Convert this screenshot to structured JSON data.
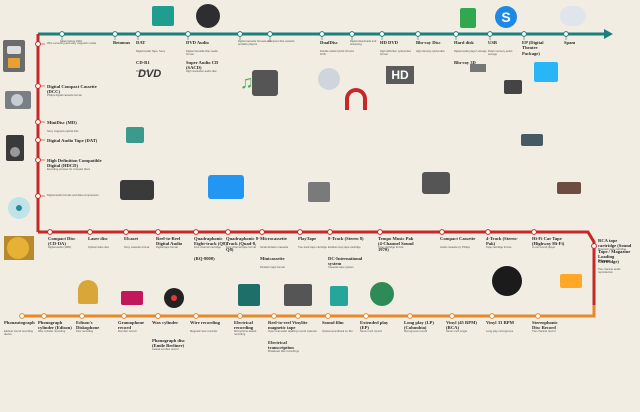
{
  "colors": {
    "background": "#f1ede3",
    "timeline_top": "#1a7f7e",
    "timeline_left": "#c62828",
    "timeline_bottom": "#e6892b",
    "node": "#ffffff"
  },
  "top_entries": [
    {
      "title": "",
      "desc": "Sales before 1940"
    },
    {
      "title": "Betamax",
      "desc": ""
    },
    {
      "title": "DAT",
      "desc": "Digital Audio Tape, Sony",
      "extra_title": "CD-R1",
      "extra_desc": "DVD-Video"
    },
    {
      "title": "DVD Audio",
      "desc": "Digital Versatile Disc audio format",
      "extra_title": "Super Audio CD (SACD)",
      "extra_desc": "High resolution audio disc"
    },
    {
      "title": "",
      "desc": "Digital cassette formats and portable players"
    },
    {
      "title": "",
      "desc": "Compact disc variants"
    },
    {
      "title": "DualDisc",
      "desc": "Double-sided hybrid CD and DVD"
    },
    {
      "title": "",
      "desc": "Digital downloads and streaming"
    },
    {
      "title": "HD DVD",
      "desc": "High definition optical disc format"
    },
    {
      "title": "Blu-ray Disc",
      "desc": "High density optical disc"
    },
    {
      "title": "Hard disk",
      "desc": "Digital audio player storage",
      "extra_title": "Blu-ray 3D",
      "extra_desc": ""
    },
    {
      "title": "USB",
      "desc": "Flash memory audio storage"
    },
    {
      "title": "EP (Digital Theatre Package)",
      "desc": ""
    },
    {
      "title": "Spam",
      "desc": ""
    }
  ],
  "left_entries": [
    {
      "title": "",
      "desc": "Wire recording and early magnetic media"
    },
    {
      "title": "Digital Compact Cassette (DCC)",
      "desc": "Philips digital cassette format"
    },
    {
      "title": "MiniDisc (MD)",
      "desc": "Sony magneto-optical disc"
    },
    {
      "title": "Digital Audio Tape (DAT)",
      "desc": ""
    },
    {
      "title": "High Definition Compatible Digital (HDCD)",
      "desc": "Encoding process for compact discs"
    },
    {
      "title": "",
      "desc": "Digital audio formats and data compression"
    }
  ],
  "middle_entries": [
    {
      "title": "Compact Disc (CD-DA)",
      "desc": "Digital audio (1982)"
    },
    {
      "title": "Laser disc",
      "desc": "Optical video disc"
    },
    {
      "title": "Elcaset",
      "desc": "Sony cassette format"
    },
    {
      "title": "Reel-to-Reel Digital Audio",
      "desc": "Digital tape format"
    },
    {
      "title": "Quadraphonic Eight-track (Q8)",
      "desc": "Four channel cartridge",
      "extra_title": "(RQ-8000)",
      "extra_desc": ""
    },
    {
      "title": "Quadraphonic 8-Track (Quad-8, Q8)",
      "desc": "Four channel tape format"
    },
    {
      "title": "Microcassette",
      "desc": "Small dictation cassette",
      "extra_title": "Minicassette",
      "extra_desc": "Dictation tape format"
    },
    {
      "title": "PlayTape",
      "desc": "Two-track tape cartridge"
    },
    {
      "title": "8-Track (Stereo 8)",
      "desc": "Endless loop tape cartridge",
      "extra_title": "DC-International system",
      "extra_desc": "Cassette tape system"
    },
    {
      "title": "Tempo Music Pak (4-Channel Sound 1970)",
      "desc": "Tape cartridge format"
    },
    {
      "title": "Compact Cassette",
      "desc": "Audio cassette by Philips"
    },
    {
      "title": "4-Track (Stereo-Pak)",
      "desc": "Tape cartridge format"
    },
    {
      "title": "Hi-Fi Car Tape (Highway Hi-Fi)",
      "desc": "In-car record player"
    },
    {
      "title": "RCA tape cartridge (Sound Tape / Magazine Loading Cartridge)",
      "desc": "Magnetic tape cartridge",
      "extra_title": "Stereo",
      "extra_desc": "Two channel audio reproduction"
    }
  ],
  "bottom_entries": [
    {
      "title": "Phonautograph",
      "desc": "Earliest sound recording device"
    },
    {
      "title": "Phonograph cylinder (Edison)",
      "desc": "Wax cylinder recording"
    },
    {
      "title": "Edison's Diskophone",
      "desc": "Disc recording"
    },
    {
      "title": "Gramophone record",
      "desc": "Flat disc record"
    },
    {
      "title": "Wax cylinder",
      "desc": ""
    },
    {
      "title": "Phonograph disc (Emile Berliner)",
      "desc": "Lateral cut disc record"
    },
    {
      "title": "Wire recording",
      "desc": "Magnetic wire recorder"
    },
    {
      "title": "Electrical recording",
      "desc": "Microphone-based recording"
    },
    {
      "title": "Reel-to-reel magnetic tape",
      "desc": "Open reel audio tape",
      "extra_title": "Electrical transcription",
      "extra_desc": "Broadcast disc recordings"
    },
    {
      "title": "Vinylite",
      "desc": "Vinyl record material"
    },
    {
      "title": "Sound film",
      "desc": "Optical soundtrack on film"
    },
    {
      "title": "Extended play (EP)",
      "desc": "Seven inch record"
    },
    {
      "title": "Long play (LP) (Columbia)",
      "desc": "Microgroove record"
    },
    {
      "title": "Vinyl (45 RPM) (RCA)",
      "desc": "Seven inch single"
    },
    {
      "title": "Vinyl 33 RPM",
      "desc": "Long play microgroove"
    },
    {
      "title": "Stereophonic Disc Record",
      "desc": "Two channel record"
    }
  ]
}
